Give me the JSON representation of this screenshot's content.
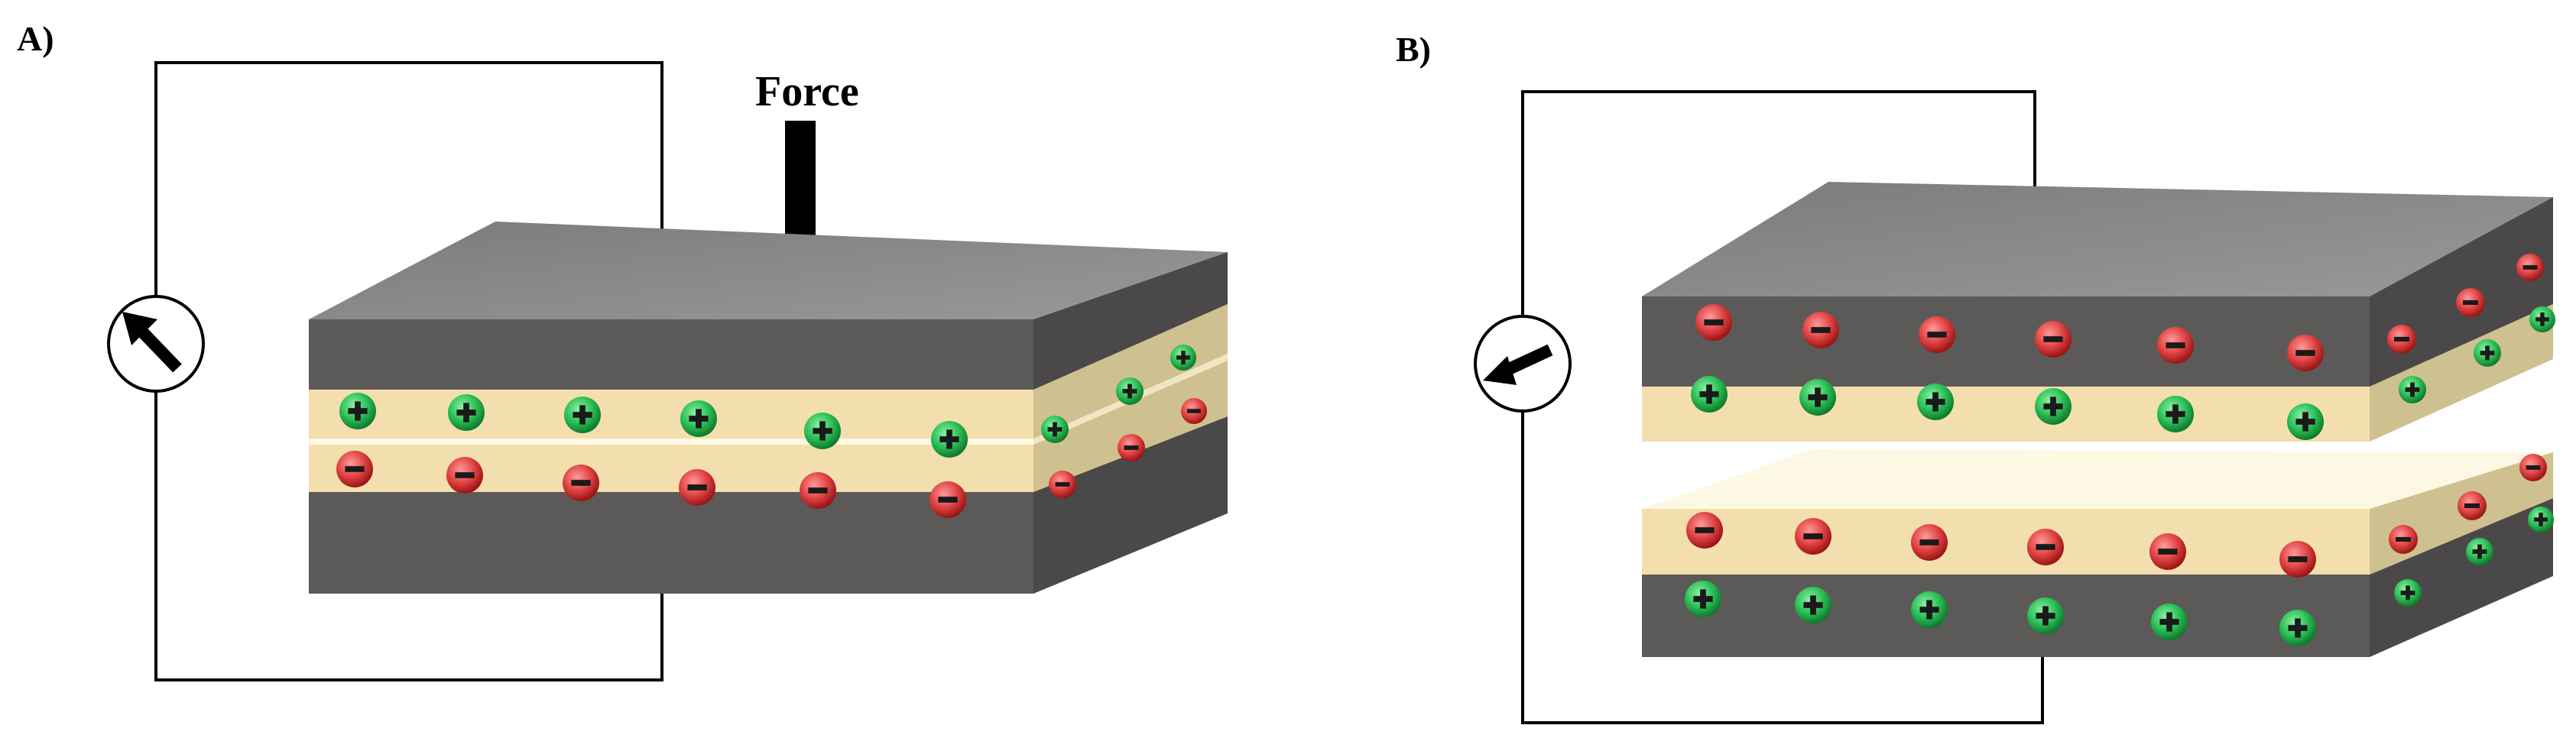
{
  "panels": [
    {
      "id": "A",
      "label": "A)"
    },
    {
      "id": "B",
      "label": "B)"
    }
  ],
  "force_label": "Force",
  "colors": {
    "electrode_top": "#8f8d8d",
    "electrode_front": "#5c5959",
    "electrode_side": "#4a4848",
    "dielectric_front": "#f3dfae",
    "dielectric_top": "#fbf4d6",
    "dielectric_side": "#cfc08f",
    "gap_fill": "#fdf8e4",
    "positive_charge": "#2ec25a",
    "negative_charge": "#e24646",
    "wire": "#000000"
  },
  "icons": {
    "meter_A": "ammeter-arrow-up-left-icon",
    "meter_B": "ammeter-arrow-down-left-icon",
    "force": "down-arrow-icon"
  }
}
